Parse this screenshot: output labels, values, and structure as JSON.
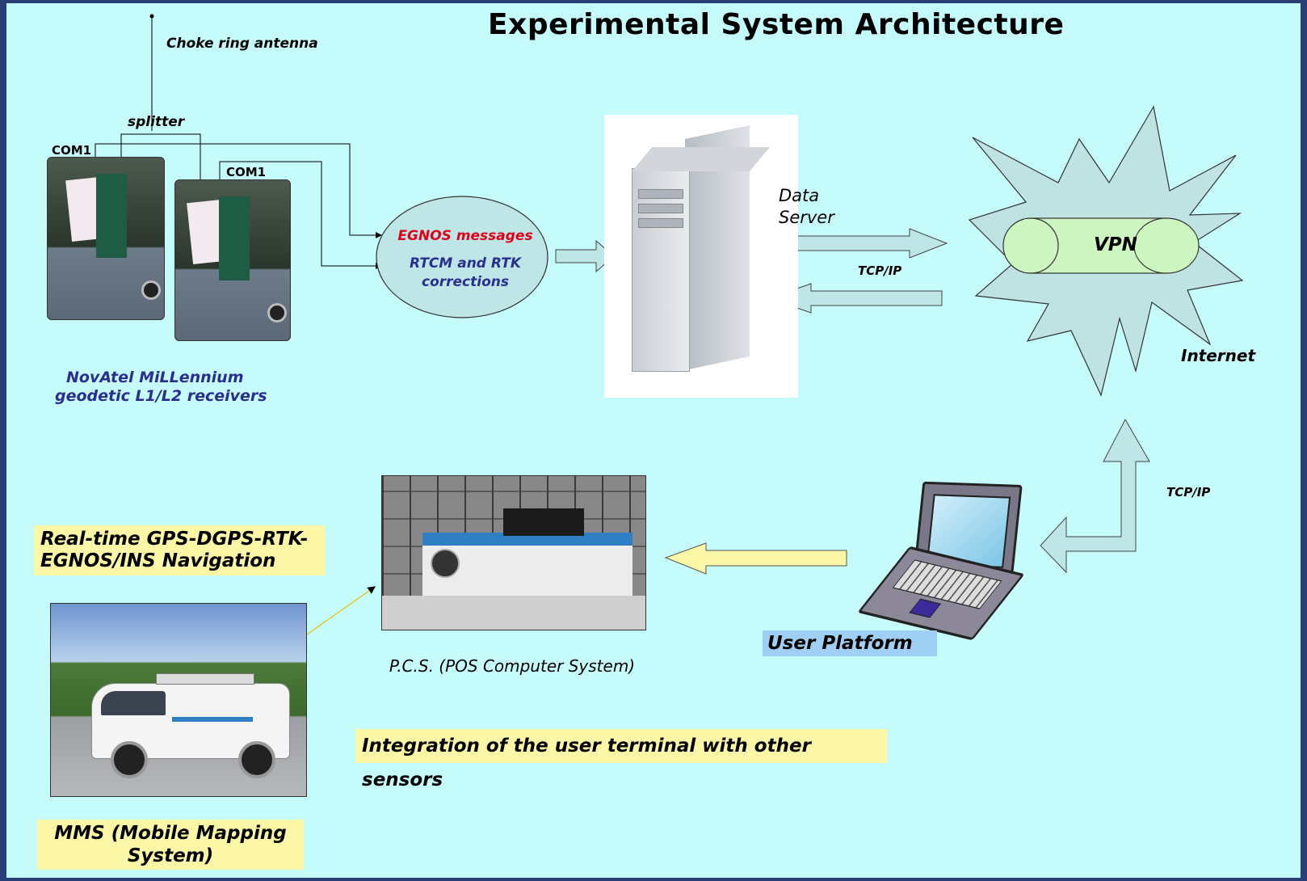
{
  "title": "Experimental System Architecture",
  "antenna_label": "Choke ring antenna",
  "splitter_label": "splitter",
  "com1_left": "COM1",
  "com1_right": "COM1",
  "receivers_label_line1": "NovAtel MiLLennium",
  "receivers_label_line2": "geodetic L1/L2 receivers",
  "ellipse": {
    "line1": "EGNOS messages",
    "line2": "RTCM  and RTK",
    "line3": "corrections"
  },
  "data_server_line1": "Data",
  "data_server_line2": "Server",
  "tcpip_top": "TCP/IP",
  "vpn_label": "VPN",
  "internet_label": "Internet",
  "tcpip_right": "TCP/IP",
  "user_platform": "User Platform",
  "pcs_label": "P.C.S. (POS Computer System)",
  "realtime_line1": "Real-time GPS-DGPS-RTK-",
  "realtime_line2": "EGNOS/INS Navigation",
  "integration_label": "Integration of the user terminal with other sensors",
  "mms_line1": "MMS (Mobile Mapping",
  "mms_line2": "System)",
  "colors": {
    "background": "#c6fbfb",
    "arrow_fill": "#bfe6e6",
    "starburst_fill": "#bfe3e3",
    "vpn_fill": "#ccf5c0",
    "note_fill": "#fcf7a6",
    "user_platform_fill": "#9fd0f3",
    "label_blue": "#2a2f8f",
    "label_red": "#e0001a"
  }
}
